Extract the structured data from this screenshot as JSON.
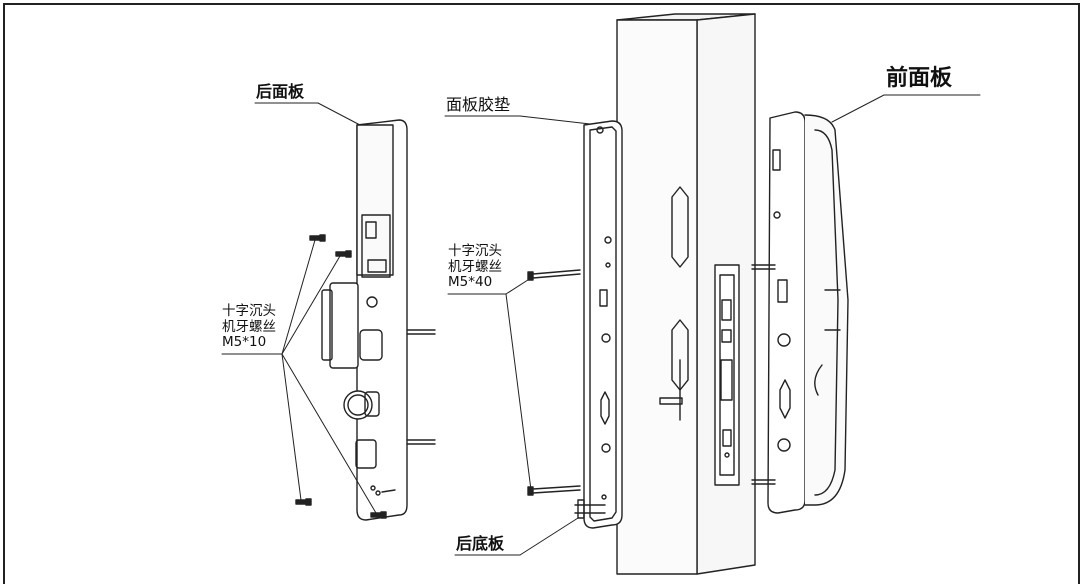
{
  "labels": {
    "rear_panel": "后面板",
    "front_panel": "前面板",
    "panel_gasket": "面板胶垫",
    "rear_base_plate": "后底板"
  },
  "screw_short": {
    "line1": "十字沉头",
    "line2": "机牙螺丝",
    "line3": "M5*10"
  },
  "screw_long": {
    "line1": "十字沉头",
    "line2": "机牙螺丝",
    "line3": "M5*40"
  }
}
